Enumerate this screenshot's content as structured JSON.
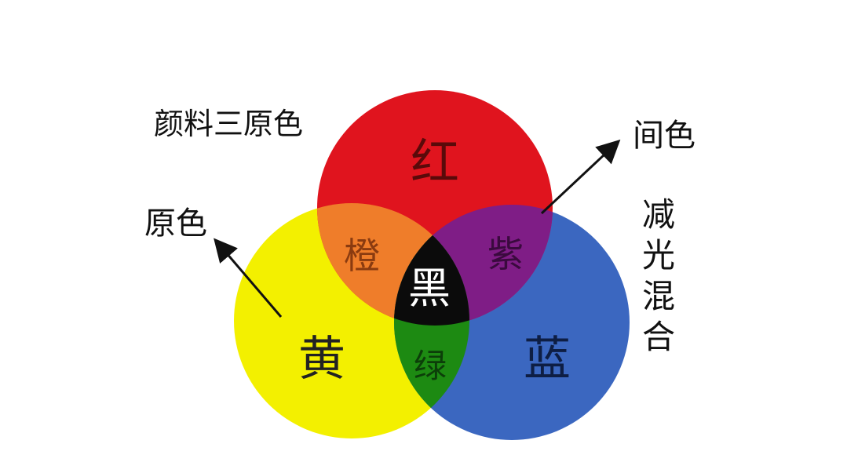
{
  "title": "颜料三原色",
  "labels": {
    "primary": "原色",
    "secondary": "间色",
    "mode": [
      "减",
      "光",
      "混",
      "合"
    ]
  },
  "regions": {
    "red": "红",
    "yellow": "黄",
    "blue": "蓝",
    "orange": "橙",
    "purple": "紫",
    "green": "绿",
    "black": "黑"
  },
  "colors": {
    "red": "#e0141e",
    "yellow": "#f3f000",
    "blue": "#3b67c0",
    "orange": "#ef7d2a",
    "purple": "#7f1d86",
    "green": "#1d8a12",
    "black": "#0b0b0b",
    "text": "#111111"
  }
}
